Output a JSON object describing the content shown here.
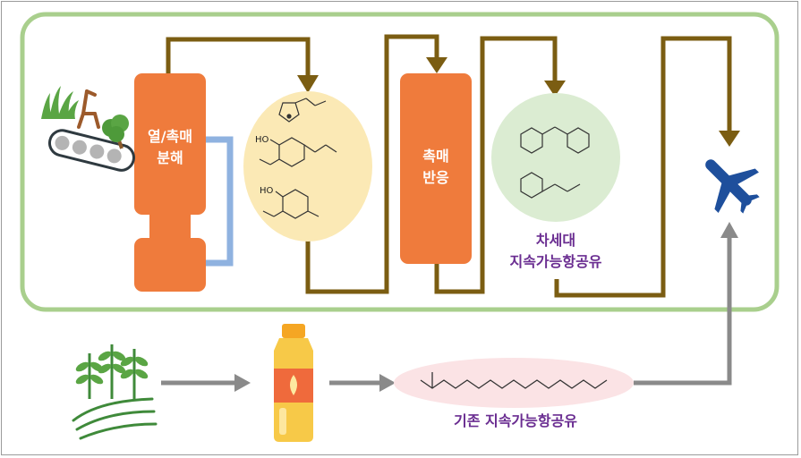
{
  "reactor1_label": [
    "열/촉매",
    "분해"
  ],
  "reactor2_label": [
    "촉매",
    "반응"
  ],
  "next_gen_saf_label": [
    "차세대",
    "지속가능항공유"
  ],
  "conventional_saf_label": "기존 지속가능항공유",
  "chem_labels": {
    "hydroxyl": "HO"
  },
  "colors": {
    "green_border": "#a9cf8d",
    "brown_pipe": "#7b5d12",
    "orange_reactor": "#ef7b3c",
    "blue_pipe": "#8fb2e0",
    "yellow_circle": "#fbe9b5",
    "green_circle": "#dbecd2",
    "pink_ellipse": "#fbe3e5",
    "grey_arrow": "#8a8a8a",
    "plane_blue": "#1e4f9c",
    "caption_purple": "#6a2d91"
  },
  "icons": [
    "biomass-conveyor-icon",
    "grass-icon",
    "chair-icon",
    "tree-icon",
    "crop-field-icon",
    "oil-bottle-icon",
    "airplane-icon"
  ]
}
